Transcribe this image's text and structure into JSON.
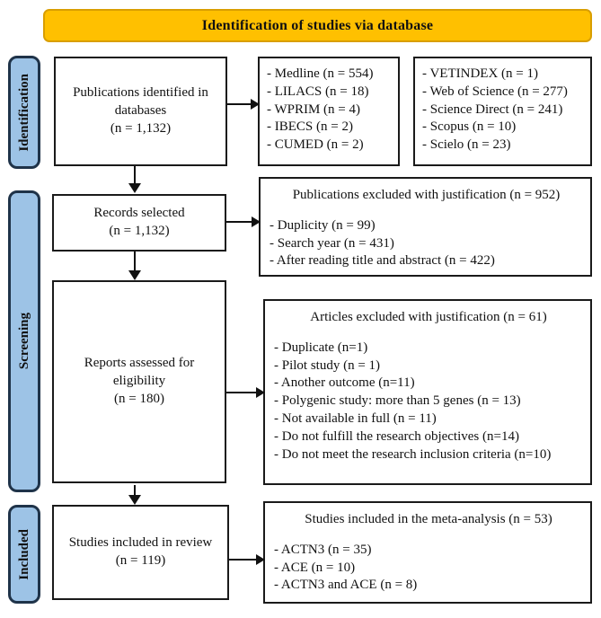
{
  "title": "Identification of studies via database",
  "stages": {
    "identification": "Identification",
    "screening": "Screening",
    "included": "Included"
  },
  "flow": {
    "identified": {
      "lines": [
        "Publications identified in",
        "databases",
        "(n = 1,132)"
      ]
    },
    "databases_left": {
      "items": [
        "- Medline (n = 554)",
        "- LILACS (n = 18)",
        "- WPRIM (n = 4)",
        "- IBECS (n = 2)",
        "- CUMED (n = 2)"
      ]
    },
    "databases_right": {
      "items": [
        "- VETINDEX (n = 1)",
        "- Web of Science (n = 277)",
        "- Science Direct (n = 241)",
        "- Scopus (n = 10)",
        "- Scielo (n = 23)"
      ]
    },
    "records": {
      "lines": [
        "Records selected",
        "(n = 1,132)"
      ]
    },
    "publications_excluded": {
      "title": "Publications excluded with justification (n = 952)",
      "items": [
        "- Duplicity (n = 99)",
        "- Search year (n = 431)",
        "- After reading title and abstract (n = 422)"
      ]
    },
    "reports": {
      "lines": [
        "Reports assessed for",
        "eligibility",
        "(n = 180)"
      ]
    },
    "articles_excluded": {
      "title": "Articles excluded with justification (n = 61)",
      "items": [
        "- Duplicate (n=1)",
        "- Pilot study (n = 1)",
        "- Another outcome (n=11)",
        "- Polygenic study: more than 5 genes (n = 13)",
        "- Not available in full (n = 11)",
        "- Do not fulfill the research objectives (n=14)",
        "- Do not meet the research inclusion criteria (n=10)"
      ]
    },
    "review": {
      "lines": [
        "Studies included in review",
        "(n = 119)"
      ]
    },
    "meta_analysis": {
      "title": "Studies included in the meta-analysis (n = 53)",
      "items": [
        "- ACTN3 (n = 35)",
        "- ACE (n = 10)",
        "- ACTN3 and ACE (n = 8)"
      ]
    }
  },
  "colors": {
    "header_fill": "#FFC000",
    "header_border": "#D99E00",
    "stage_fill": "#9DC3E6",
    "stage_border": "#1F3349",
    "box_border": "#1A1A1A"
  }
}
